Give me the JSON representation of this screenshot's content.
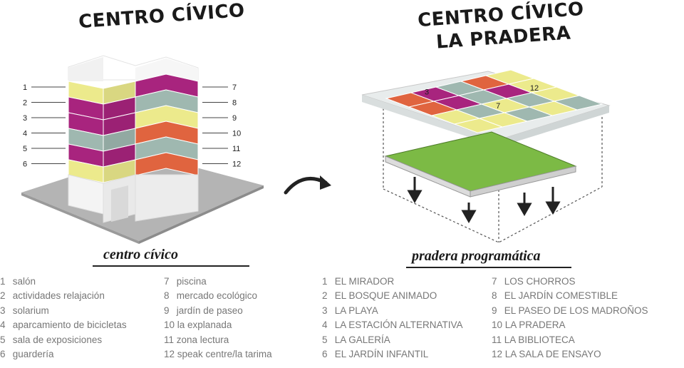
{
  "left": {
    "title": "CENTRO CÍVICO",
    "subtitle": "centro cívico",
    "floor_numbers_left": [
      "1",
      "2",
      "3",
      "4",
      "5",
      "6"
    ],
    "floor_numbers_right": [
      "7",
      "8",
      "9",
      "10",
      "11",
      "12"
    ],
    "list_col1": [
      {
        "n": "1",
        "t": "salón"
      },
      {
        "n": "2",
        "t": "actividades relajación"
      },
      {
        "n": "3",
        "t": "solarium"
      },
      {
        "n": "4",
        "t": "aparcamiento de bicicletas"
      },
      {
        "n": "5",
        "t": "sala de exposiciones"
      },
      {
        "n": "6",
        "t": "guardería"
      }
    ],
    "list_col2": [
      {
        "n": "7",
        "t": "piscina"
      },
      {
        "n": "8",
        "t": "mercado ecológico"
      },
      {
        "n": "9",
        "t": "jardín de paseo"
      },
      {
        "n": "10",
        "t": "la explanada"
      },
      {
        "n": "11",
        "t": "zona lectura"
      },
      {
        "n": "12",
        "t": "speak centre/la tarima"
      }
    ]
  },
  "right": {
    "title_line1": "CENTRO CÍVICO",
    "title_line2": "LA PRADERA",
    "subtitle": "pradera programática",
    "grid_labels": [
      "3",
      "7",
      "12"
    ],
    "list_col1": [
      {
        "n": "1",
        "t": "EL MIRADOR"
      },
      {
        "n": "2",
        "t": "EL BOSQUE ANIMADO"
      },
      {
        "n": "3",
        "t": "LA PLAYA"
      },
      {
        "n": "4",
        "t": "LA ESTACIÓN ALTERNATIVA"
      },
      {
        "n": "5",
        "t": "LA GALERÍA"
      },
      {
        "n": "6",
        "t": "EL JARDÍN INFANTIL"
      }
    ],
    "list_col2": [
      {
        "n": "7",
        "t": "LOS CHORROS"
      },
      {
        "n": "8",
        "t": "EL JARDÍN COMESTIBLE"
      },
      {
        "n": "9",
        "t": "EL PASEO DE LOS MADROÑOS"
      },
      {
        "n": "10",
        "t": "LA PRADERA"
      },
      {
        "n": "11",
        "t": "LA BIBLIOTECA"
      },
      {
        "n": "12",
        "t": "LA SALA DE ENSAYO"
      }
    ]
  },
  "colors": {
    "yellow": "#ecea8c",
    "magenta": "#a8247e",
    "teal": "#9fb8b0",
    "orange": "#e0643f",
    "green": "#7cba45",
    "ground": "#b4b4b4"
  }
}
